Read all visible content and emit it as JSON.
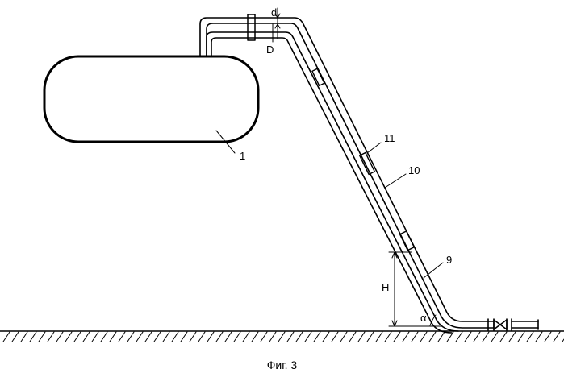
{
  "diagram": {
    "caption": "Фиг. 3",
    "labels": {
      "d": "d",
      "D": "D",
      "tank": "1",
      "part_11": "11",
      "part_10": "10",
      "part_9": "9",
      "height": "H",
      "angle": "α"
    }
  }
}
